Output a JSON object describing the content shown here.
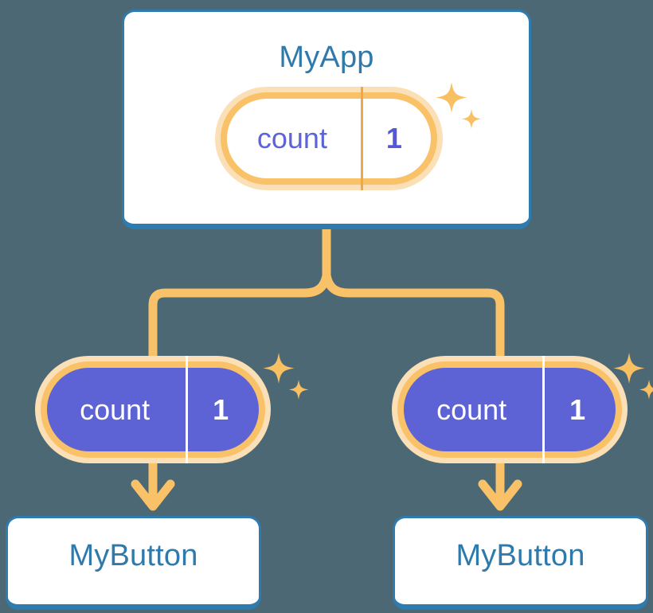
{
  "diagram": {
    "title_text_color": "#2f7aab",
    "background_color": "#4c6875",
    "card_border_color": "#2e7bb0",
    "pill_ring_color": "#f9c268",
    "pill_halo_color": "#fbe0b7",
    "pill_fill_color": "#5d63d4",
    "connector_color": "#f9c268",
    "state_label": "count",
    "state_value": "1"
  },
  "app": {
    "title": "MyApp",
    "state": {
      "label": "count",
      "value": "1"
    },
    "sparkle_icon": "sparkle-icon"
  },
  "children": [
    {
      "id": "left",
      "state": {
        "label": "count",
        "value": "1"
      },
      "button_title": "MyButton",
      "sparkle_icon": "sparkle-icon"
    },
    {
      "id": "right",
      "state": {
        "label": "count",
        "value": "1"
      },
      "button_title": "MyButton",
      "sparkle_icon": "sparkle-icon"
    }
  ]
}
